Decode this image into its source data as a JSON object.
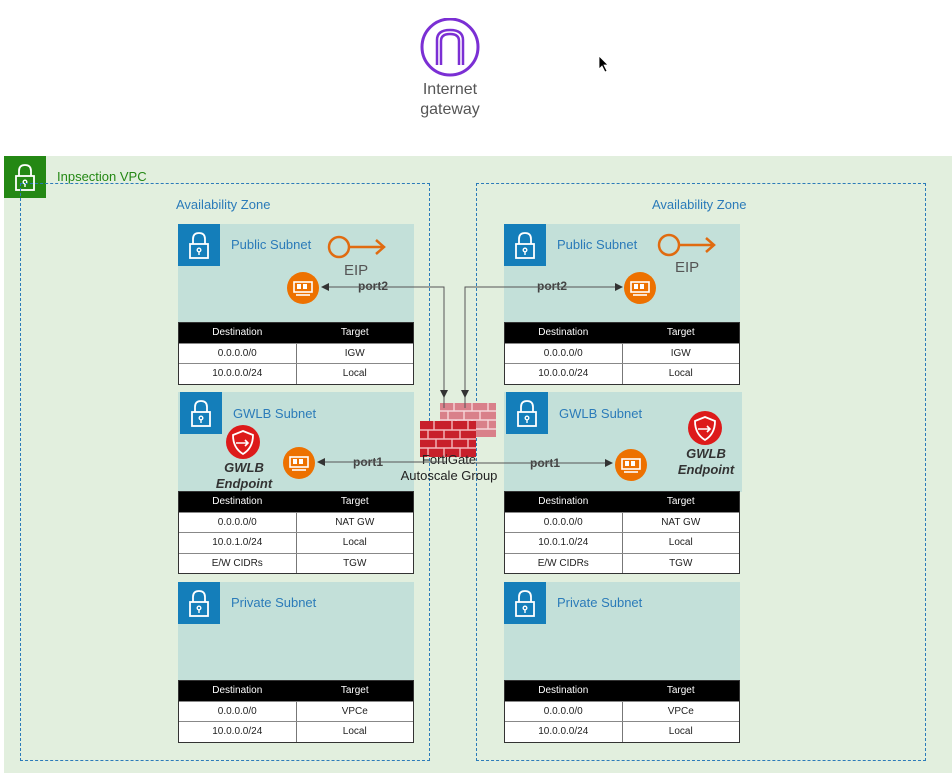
{
  "internet_gateway": {
    "label_line1": "Internet",
    "label_line2": "gateway",
    "icon": "internet-gateway-icon",
    "color": "#7b2fd4"
  },
  "vpc": {
    "label": "Inpsection VPC",
    "color": "#248814"
  },
  "fortigate": {
    "line1": "FortiGate",
    "line2": "Autoscale Group",
    "icon": "firewall-brick-icon"
  },
  "zones": [
    {
      "label": "Availability Zone",
      "public": {
        "label": "Public Subnet",
        "eip": "EIP",
        "port": "port2",
        "table": {
          "headers": [
            "Destination",
            "Target"
          ],
          "rows": [
            [
              "0.0.0.0/0",
              "IGW"
            ],
            [
              "10.0.0.0/24",
              "Local"
            ]
          ]
        }
      },
      "gwlb": {
        "label": "GWLB Subnet",
        "endpoint_line1": "GWLB",
        "endpoint_line2": "Endpoint",
        "port": "port1",
        "table": {
          "headers": [
            "Destination",
            "Target"
          ],
          "rows": [
            [
              "0.0.0.0/0",
              "NAT GW"
            ],
            [
              "10.0.1.0/24",
              "Local"
            ],
            [
              "E/W CIDRs",
              "TGW"
            ]
          ]
        }
      },
      "private": {
        "label": "Private Subnet",
        "table": {
          "headers": [
            "Destination",
            "Target"
          ],
          "rows": [
            [
              "0.0.0.0/0",
              "VPCe"
            ],
            [
              "10.0.0.0/24",
              "Local"
            ]
          ]
        }
      }
    },
    {
      "label": "Availability Zone",
      "public": {
        "label": "Public Subnet",
        "eip": "EIP",
        "port": "port2",
        "table": {
          "headers": [
            "Destination",
            "Target"
          ],
          "rows": [
            [
              "0.0.0.0/0",
              "IGW"
            ],
            [
              "10.0.0.0/24",
              "Local"
            ]
          ]
        }
      },
      "gwlb": {
        "label": "GWLB Subnet",
        "endpoint_line1": "GWLB",
        "endpoint_line2": "Endpoint",
        "port": "port1",
        "table": {
          "headers": [
            "Destination",
            "Target"
          ],
          "rows": [
            [
              "0.0.0.0/0",
              "NAT GW"
            ],
            [
              "10.0.1.0/24",
              "Local"
            ],
            [
              "E/W CIDRs",
              "TGW"
            ]
          ]
        }
      },
      "private": {
        "label": "Private Subnet",
        "table": {
          "headers": [
            "Destination",
            "Target"
          ],
          "rows": [
            [
              "0.0.0.0/0",
              "VPCe"
            ],
            [
              "10.0.0.0/24",
              "Local"
            ]
          ]
        }
      }
    }
  ],
  "colors": {
    "subnet_badge": "#147eba",
    "eni": "#ed7100",
    "gwlb_endpoint": "#dd1a1a",
    "eip": "#e06b10"
  }
}
